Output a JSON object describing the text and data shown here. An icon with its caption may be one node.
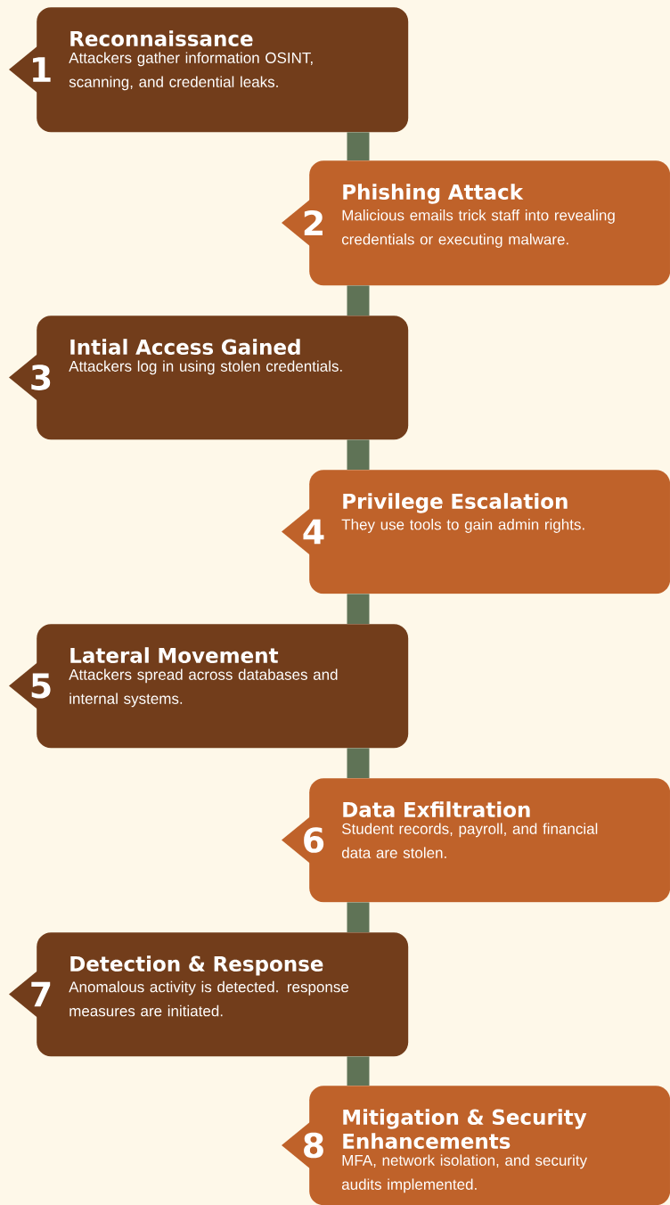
{
  "diagram": {
    "nodes": [
      {
        "text": [
          "1",
          "Reconnaissance",
          "Attackers gather information OSINT, scanning, and credential leaks."
        ]
      },
      {
        "text": [
          "2",
          "Phishing Attack",
          "Malicious emails trick staff into revealing credentials or executing malware."
        ]
      },
      {
        "text": [
          "3",
          "Intial Access Gained",
          "Attackers log in using stolen credentials."
        ]
      },
      {
        "text": [
          "4",
          "Privilege Escalation",
          "They use tools to gain admin rights."
        ]
      },
      {
        "text": [
          "5",
          "Lateral Movement",
          "Attackers spread across databases and internal systems."
        ]
      },
      {
        "text": [
          "6",
          "Data Exfiltration",
          "Student records, payroll, and financial data are stolen."
        ]
      },
      {
        "text": [
          "7",
          "Detection & Response",
          "Anomalous activity is detected. response measures are initiated."
        ]
      },
      {
        "text": [
          "8",
          "Mitigation & Security Enhancements",
          "MFA, network isolation, and security audits implemented."
        ]
      }
    ],
    "edges": [
      {
        "from": 0,
        "to": 1,
        "arrow": "none"
      },
      {
        "from": 1,
        "to": 2,
        "arrow": "none"
      },
      {
        "from": 2,
        "to": 3,
        "arrow": "none"
      },
      {
        "from": 3,
        "to": 4,
        "arrow": "none"
      },
      {
        "from": 4,
        "to": 5,
        "arrow": "none"
      },
      {
        "from": 5,
        "to": 6,
        "arrow": "none"
      },
      {
        "from": 6,
        "to": 7,
        "arrow": "none"
      }
    ]
  }
}
